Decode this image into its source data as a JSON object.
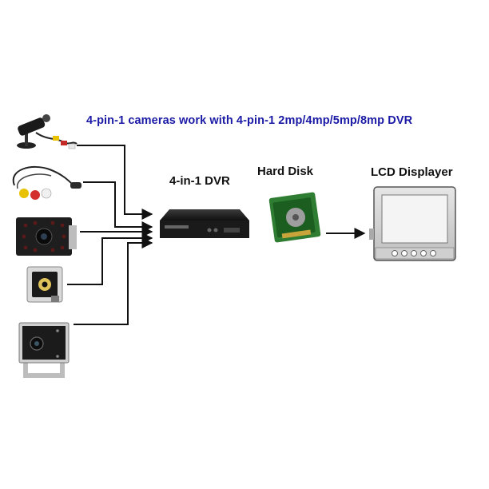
{
  "headline": {
    "text": "4-pin-1 cameras work with 4-pin-1 2mp/4mp/5mp/8mp DVR",
    "color": "#1a1aa6"
  },
  "labels": {
    "dvr": "4-in-1 DVR",
    "hard_disk": "Hard Disk",
    "lcd": "LCD Displayer"
  },
  "cameras": [
    {
      "icon": "bullet-camera-icon"
    },
    {
      "icon": "cable-pinhole-camera-icon"
    },
    {
      "icon": "ir-board-camera-icon"
    },
    {
      "icon": "mini-pinhole-camera-icon"
    },
    {
      "icon": "square-mini-camera-icon"
    }
  ],
  "devices": {
    "dvr_icon": "dvr-recorder-icon",
    "disk_icon": "hard-disk-drive-icon",
    "lcd_icon": "lcd-monitor-icon"
  },
  "colors": {
    "line": "#111111",
    "device_dark": "#1c1c1c",
    "monitor_frame": "#d8d8d8"
  }
}
